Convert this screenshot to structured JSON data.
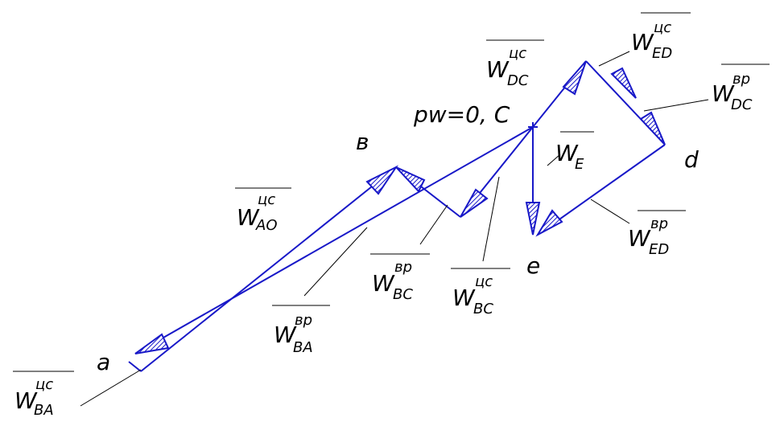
{
  "points": {
    "a": "a",
    "b": "в",
    "d": "d",
    "e": "e",
    "pole": "pw=0, C"
  },
  "vectors": {
    "W_AO_cs": {
      "base": "W",
      "sub": "AO",
      "sup": "цс"
    },
    "W_BA_cs": {
      "base": "W",
      "sub": "BA",
      "sup": "цс"
    },
    "W_BA_vr": {
      "base": "W",
      "sub": "BA",
      "sup": "вр"
    },
    "W_BC_vr": {
      "base": "W",
      "sub": "BC",
      "sup": "вр"
    },
    "W_BC_cs": {
      "base": "W",
      "sub": "BC",
      "sup": "цс"
    },
    "W_DC_cs": {
      "base": "W",
      "sub": "DC",
      "sup": "цс"
    },
    "W_DC_vr": {
      "base": "W",
      "sub": "DC",
      "sup": "вр"
    },
    "W_ED_cs": {
      "base": "W",
      "sub": "ED",
      "sup": "цс"
    },
    "W_ED_vr": {
      "base": "W",
      "sub": "ED",
      "sup": "вр"
    },
    "W_E": {
      "base": "W",
      "sub": "E",
      "sup": ""
    }
  },
  "colors": {
    "vector": "#1818c8",
    "arrow_fill": "#1818c8",
    "leader": "#000000"
  }
}
